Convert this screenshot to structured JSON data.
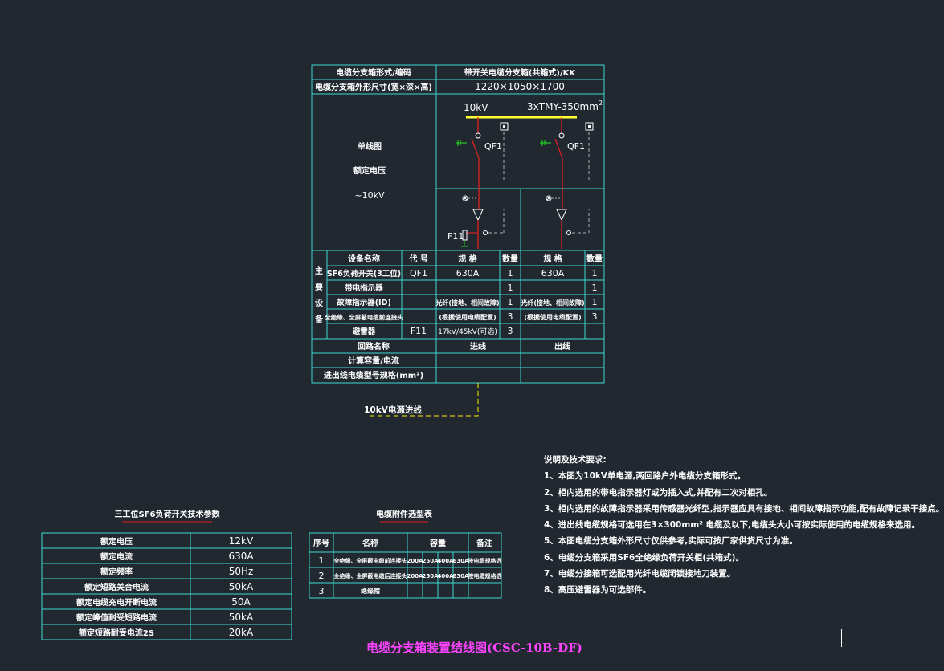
{
  "main_table": {
    "type_label": "电缆分支箱形式/编码",
    "type_value": "带开关电缆分支箱(共箱式)/KK",
    "size_label": "电缆分支箱外形尺寸(宽×深×高)",
    "size_value": "1220×1050×1700",
    "left_labels": [
      "单线图",
      "额定电压",
      "~10kV"
    ],
    "diagram": {
      "voltage": "10kV",
      "busbar": "3xTMY-350mm",
      "busbar_sup": "2",
      "qf1": "QF1",
      "qf2": "QF1",
      "f11": "F11"
    },
    "equipment_side": [
      "主",
      "要",
      "设",
      "备"
    ],
    "headers": {
      "name": "设备名称",
      "code": "代 号",
      "spec1": "规 格",
      "qty1": "数量",
      "spec2": "规 格",
      "qty2": "数量"
    },
    "rows": [
      {
        "name": "SF6负荷开关(3工位)",
        "code": "QF1",
        "spec1": "630A",
        "qty1": "1",
        "spec2": "630A",
        "qty2": "1"
      },
      {
        "name": "带电指示器",
        "code": "",
        "spec1": "",
        "qty1": "1",
        "spec2": "",
        "qty2": "1"
      },
      {
        "name": "故障指示器(ID)",
        "code": "",
        "spec1": "光纤(接地、相间故障)",
        "qty1": "1",
        "spec2": "光纤(接地、相间故障)",
        "qty2": "1"
      },
      {
        "name": "全绝缘、全屏蔽电缆前连接头",
        "code": "",
        "spec1": "(根据使用电缆配置)",
        "qty1": "3",
        "spec2": "(根据使用电缆配置)",
        "qty2": "3"
      },
      {
        "name": "避雷器",
        "code": "F11",
        "spec1": "17kV/45kV(可选)",
        "qty1": "3",
        "spec2": "",
        "qty2": ""
      }
    ],
    "circuit_label": "回路名称",
    "circuit_in": "进线",
    "circuit_out": "出线",
    "calc_label": "计算容量/电流",
    "cable_label": "进出线电缆型号规格(mm²)",
    "incoming_label": "10kV电源进线"
  },
  "notes": {
    "title": "说明及技术要求:",
    "items": [
      "1、本图为10kV单电源,两回路户外电缆分支箱形式。",
      "2、柜内选用的带电指示器灯或为插入式,并配有二次对相孔。",
      "3、柜内选用的故障指示器采用传感器光纤型,指示器应具有接地、相间故障指示功能,配有故障记录干接点。",
      "4、进出线电缆规格可选用在3×300mm² 电缆及以下,电缆头大小可按实际使用的电缆规格来选用。",
      "5、本图电缆分支箱外形尺寸仅供参考,实际可按厂家供货尺寸为准。",
      "6、电缆分支箱采用SF6全绝缘负荷开关柜(共箱式)。",
      "7、电缆分接箱可选配用光纤电缆闭锁接地刀装置。",
      "8、高压避雷器为可选部件。"
    ]
  },
  "params_table": {
    "title": "三工位SF6负荷开关技术参数",
    "rows": [
      {
        "label": "额定电压",
        "value": "12kV"
      },
      {
        "label": "额定电流",
        "value": "630A"
      },
      {
        "label": "额定频率",
        "value": "50Hz"
      },
      {
        "label": "额定短路关合电流",
        "value": "50kA"
      },
      {
        "label": "额定电缆充电开断电流",
        "value": "50A"
      },
      {
        "label": "额定峰值耐受短路电流",
        "value": "50kA"
      },
      {
        "label": "额定短路耐受电流2S",
        "value": "20kA"
      }
    ]
  },
  "acc_table": {
    "title": "电缆附件选型表",
    "headers": {
      "no": "序号",
      "name": "名称",
      "capacity": "容量",
      "note": "备注"
    },
    "rows": [
      {
        "no": "1",
        "name": "全绝缘、全屏蔽电缆前连接头",
        "c1": "200A",
        "c2": "250A",
        "c3": "400A",
        "c4": "630A",
        "note": "按电缆规格选"
      },
      {
        "no": "2",
        "name": "全绝缘、全屏蔽电缆后连接头",
        "c1": "200A",
        "c2": "250A",
        "c3": "400A",
        "c4": "630A",
        "note": "按电缆规格选"
      },
      {
        "no": "3",
        "name": "绝缘帽",
        "c1": "",
        "c2": "",
        "c3": "",
        "c4": "",
        "note": ""
      }
    ]
  },
  "drawing_title": "电缆分支箱装置结线图(CSC-10B-DF)",
  "colors": {
    "grid": "#3ad8d2",
    "busbar": "#ffff33",
    "circuit": "#e02020",
    "ground": "#22cc22",
    "title": "#ff44ff",
    "dashed": "#aaaaaa",
    "feeder": "#ffee00"
  }
}
